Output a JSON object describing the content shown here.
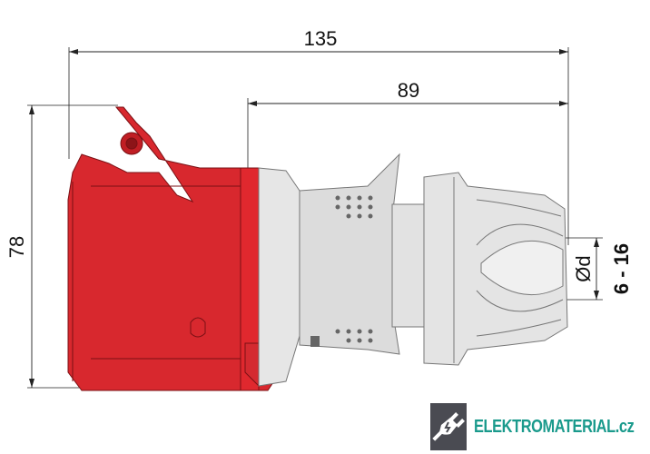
{
  "dimensions": {
    "overall_length": "135",
    "insert_length": "89",
    "height": "78",
    "cable_diameter_symbol": "Ød",
    "cable_diameter_range": "6 - 16"
  },
  "colors": {
    "housing_red": "#d8282e",
    "body_grey": "#e4e4e4",
    "logo_teal": "#1a9a8c",
    "logo_box": "#4a4b52"
  },
  "logo": {
    "text": "ELEKTROMATERIAL.cz",
    "icon": "plug-lightning-icon"
  }
}
